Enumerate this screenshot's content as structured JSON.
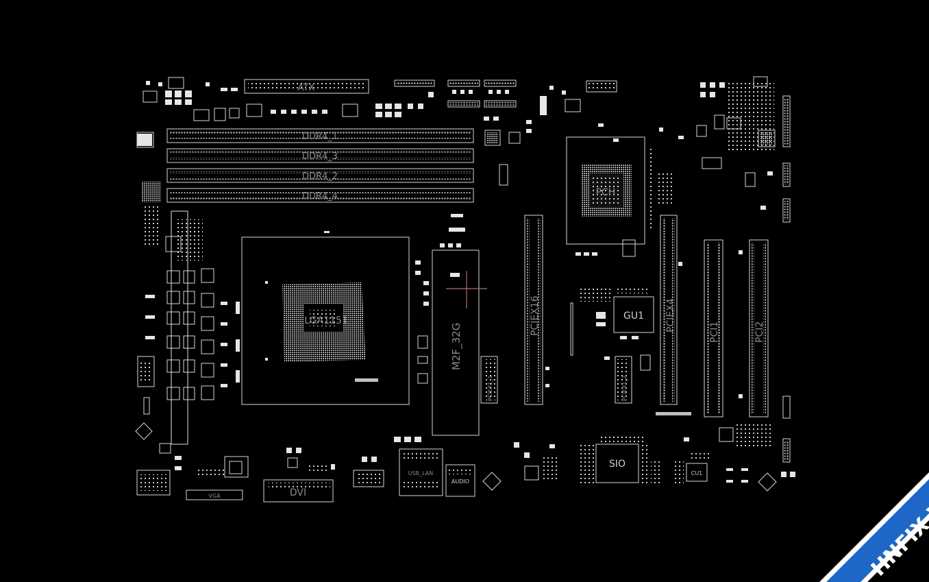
{
  "board": {
    "atx": "ATX",
    "dimms": [
      "DDR4_1",
      "DDR4_3",
      "DDR4_2",
      "DDR4_4"
    ],
    "cpu_socket": "LGA1151",
    "m2_slot": "M2F_32G",
    "pcie_x16": "PCIEX16",
    "pcie_x4": "PCIEX4",
    "pci_slots": [
      "PCI1",
      "PCI2"
    ],
    "pch": "PCH",
    "gpu_chip": "GU1",
    "superio": "SIO",
    "cu1": "CU1",
    "vga": "VGA",
    "dvi": "DVI",
    "usblan": "USB_LAN",
    "audio": "AUDIO",
    "pciex1_slots": [
      "PCIEX1_1",
      "PCIEX1_2"
    ]
  },
  "watermark": {
    "text": "HNFIX.VN",
    "color": "#1f67c7"
  }
}
